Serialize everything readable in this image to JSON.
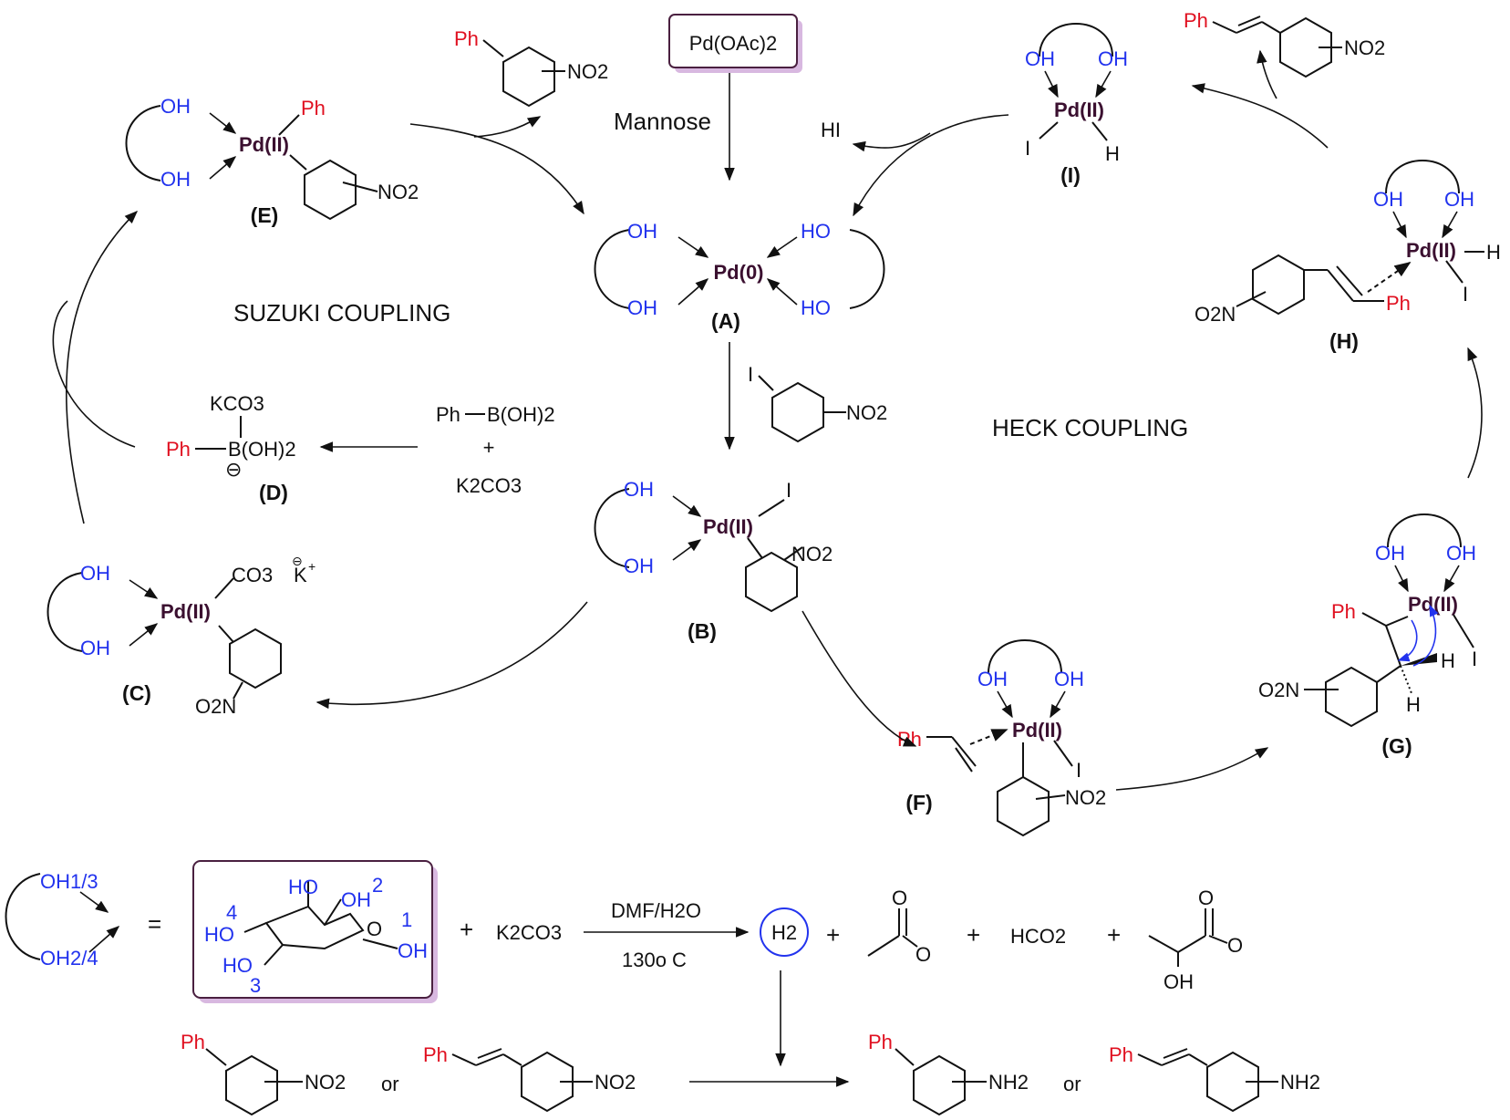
{
  "colors": {
    "hydroxyl": "#2233ee",
    "phenyl": "#e01020",
    "palladium": "#3b1030",
    "box_border": "#4a2040",
    "box_shadow": "#d8b8e0"
  },
  "text": {
    "oh": "OH",
    "ho": "HO",
    "ph": "Ph",
    "no2": "NO2",
    "nh2": "NH2",
    "i": "I",
    "h": "H",
    "hi": "HI",
    "pd0": "Pd(0)",
    "pd2": "Pd(II)",
    "pd_oac": "Pd(OAc)2",
    "mannose": "Mannose",
    "suzuki": "SUZUKI COUPLING",
    "heck": "HECK COUPLING",
    "kco3": "KCO3",
    "boh2": "B(OH)2",
    "minus": "⊖",
    "plus": "+",
    "k2co3": "K2CO3",
    "co3": "CO3",
    "kplus": "K",
    "o2n": "O2N",
    "lbl_A": "(A)",
    "lbl_B": "(B)",
    "lbl_C": "(C)",
    "lbl_D": "(D)",
    "lbl_E": "(E)",
    "lbl_F": "(F)",
    "lbl_G": "(G)",
    "lbl_H": "(H)",
    "lbl_I": "(I)",
    "oh13": "OH1/3",
    "oh24": "OH2/4",
    "equals": "=",
    "dmf": "DMF/H2O",
    "temp": "130o C",
    "h2": "H2",
    "hco2": "HCO2",
    "or": "or",
    "o": "O",
    "n1": "1",
    "n2": "2",
    "n3": "3",
    "n4": "4"
  }
}
